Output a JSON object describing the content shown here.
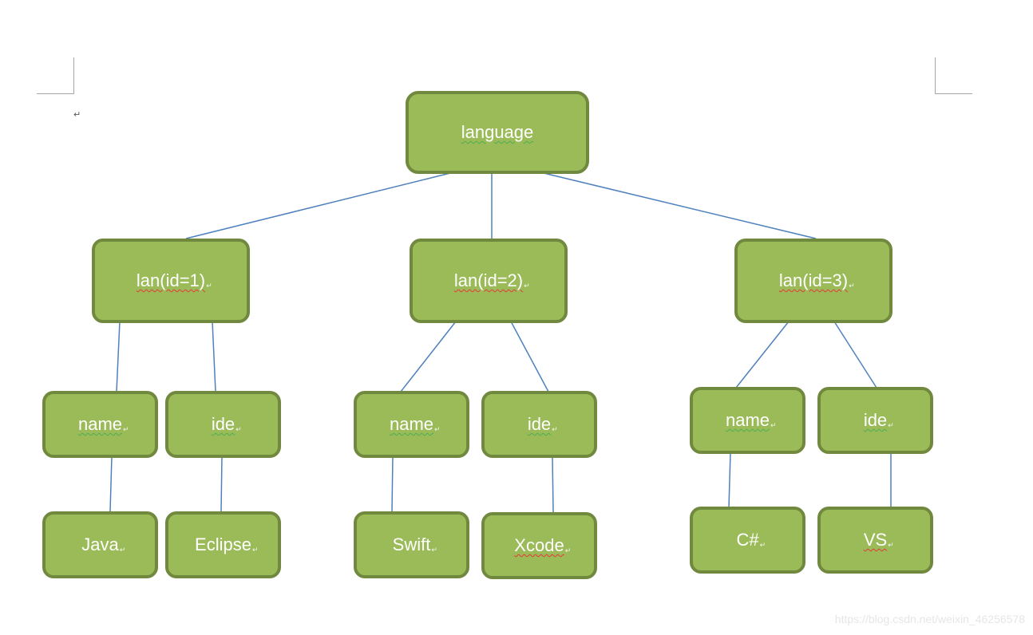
{
  "nodes": {
    "root": {
      "label": "language"
    },
    "lan1": {
      "label": "lan(id=1)"
    },
    "lan2": {
      "label": "lan(id=2)"
    },
    "lan3": {
      "label": "lan(id=3)"
    },
    "name1": {
      "label": "name"
    },
    "ide1": {
      "label": "ide"
    },
    "name2": {
      "label": "name"
    },
    "ide2": {
      "label": "ide"
    },
    "name3": {
      "label": "name"
    },
    "ide3": {
      "label": "ide"
    },
    "java": {
      "label": "Java"
    },
    "eclipse": {
      "label": "Eclipse"
    },
    "swift": {
      "label": "Swift"
    },
    "xcode": {
      "label": "Xcode"
    },
    "csharp": {
      "label": "C#"
    },
    "vs": {
      "label": "VS"
    }
  },
  "edges": [
    [
      "root",
      "lan1"
    ],
    [
      "root",
      "lan2"
    ],
    [
      "root",
      "lan3"
    ],
    [
      "lan1",
      "name1"
    ],
    [
      "lan1",
      "ide1"
    ],
    [
      "lan2",
      "name2"
    ],
    [
      "lan2",
      "ide2"
    ],
    [
      "lan3",
      "name3"
    ],
    [
      "lan3",
      "ide3"
    ],
    [
      "name1",
      "java"
    ],
    [
      "ide1",
      "eclipse"
    ],
    [
      "name2",
      "swift"
    ],
    [
      "ide2",
      "xcode"
    ],
    [
      "name3",
      "csharp"
    ],
    [
      "ide3",
      "vs"
    ]
  ],
  "paragraph_mark": "↵",
  "watermark": "https://blog.csdn.net/weixin_46256578",
  "colors": {
    "node_fill": "#9bbb59",
    "node_border": "#71893f",
    "connector": "#4f81bd"
  }
}
